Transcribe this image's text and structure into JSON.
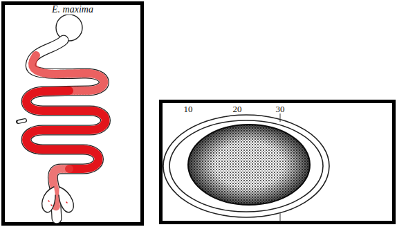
{
  "diagram": {
    "labels": [
      "E. maxima",
      "10",
      "20",
      "30"
    ]
  }
}
